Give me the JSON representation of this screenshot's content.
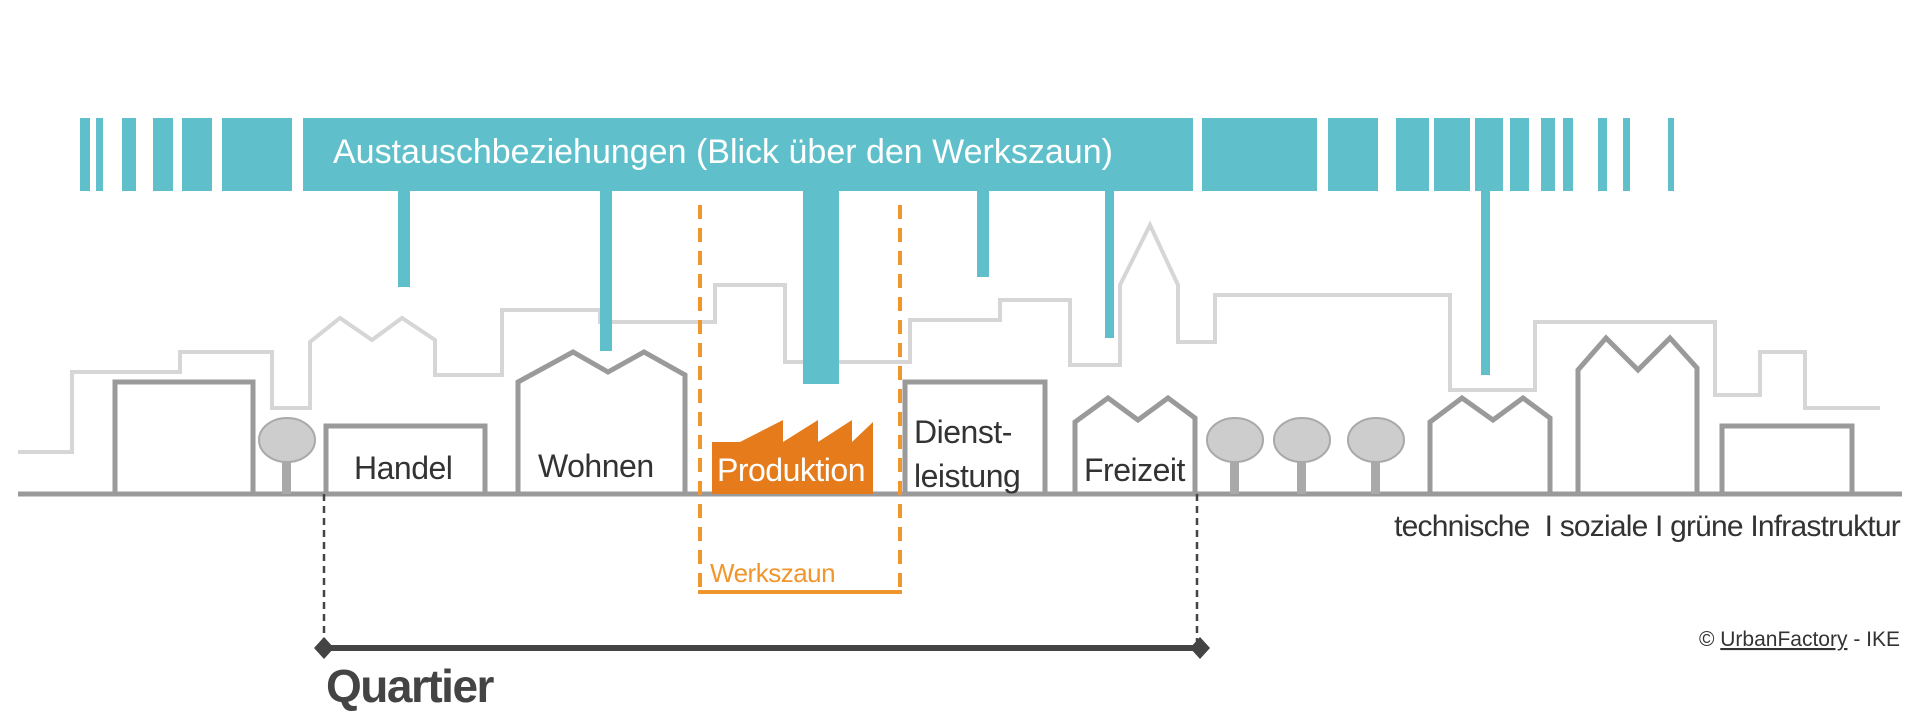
{
  "diagram": {
    "banner_label": "Austauschbeziehungen (Blick über den Werkszaun)",
    "buildings": {
      "handel": "Handel",
      "wohnen": "Wohnen",
      "produktion": "Produktion",
      "dienstleistung_line1": "Dienst-",
      "dienstleistung_line2": "leistung",
      "freizeit": "Freizeit"
    },
    "fence_label": "Werkszaun",
    "quartier_label": "Quartier",
    "infrastructure_label": "technische  I soziale I grüne Infrastruktur",
    "credit": {
      "prefix": "© ",
      "brand": "UrbanFactory",
      "suffix": " - IKE"
    }
  },
  "colors": {
    "teal": "#5fc0cb",
    "orange_fill": "#e57b1a",
    "orange_fence": "#f0962c",
    "outline_gray": "#9a9a9a",
    "skyline_gray": "#d6d6d6",
    "text_dark": "#333333",
    "quartier_dark": "#444444"
  },
  "icons": {
    "factory": "factory-icon",
    "tree": "tree-icon"
  }
}
